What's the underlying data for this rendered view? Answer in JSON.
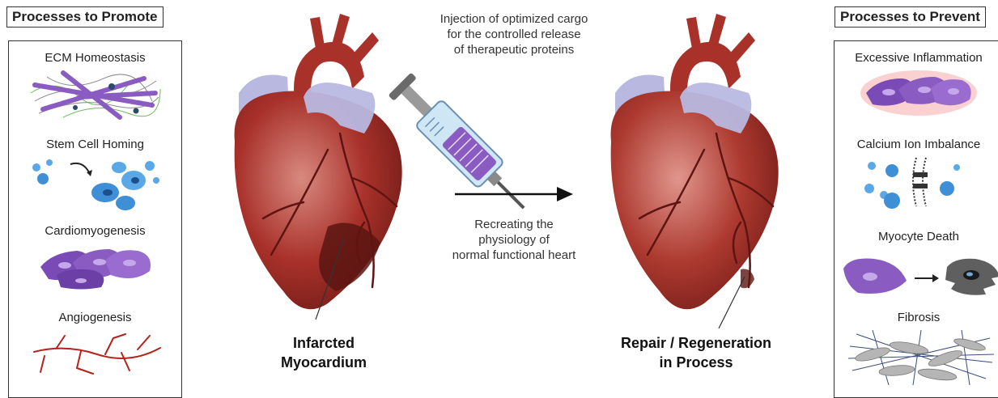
{
  "left_panel": {
    "title": "Processes to Promote",
    "items": [
      {
        "label": "ECM Homeostasis",
        "icon": "ecm-fibers-icon"
      },
      {
        "label": "Stem Cell Homing",
        "icon": "stem-cells-icon"
      },
      {
        "label": "Cardiomyogenesis",
        "icon": "cardiomyocytes-icon"
      },
      {
        "label": "Angiogenesis",
        "icon": "blood-vessels-icon"
      }
    ]
  },
  "right_panel": {
    "title": "Processes to Prevent",
    "items": [
      {
        "label": "Excessive Inflammation",
        "icon": "inflamed-cells-icon"
      },
      {
        "label": "Calcium Ion Imbalance",
        "icon": "calcium-ions-icon"
      },
      {
        "label": "Myocyte Death",
        "icon": "dying-myocyte-icon"
      },
      {
        "label": "Fibrosis",
        "icon": "fibrotic-tissue-icon"
      }
    ]
  },
  "center": {
    "injection_caption": [
      "Injection of optimized cargo",
      "for the controlled release",
      "of therapeutic proteins"
    ],
    "arrow_caption": [
      "Recreating the",
      "physiology of",
      "normal functional heart"
    ],
    "left_heart_label": [
      "Infarcted",
      "Myocardium"
    ],
    "right_heart_label": [
      "Repair / Regeneration",
      "in Process"
    ]
  },
  "colors": {
    "heart_red": "#a8312a",
    "heart_dark": "#6e1a16",
    "vessel_blue": "#b9b8e0",
    "cell_purple": "#8a5cc2",
    "cell_blue": "#3f8fd6",
    "vessel_red": "#b3231d",
    "inflammation_glow": "#f6b3b0"
  }
}
